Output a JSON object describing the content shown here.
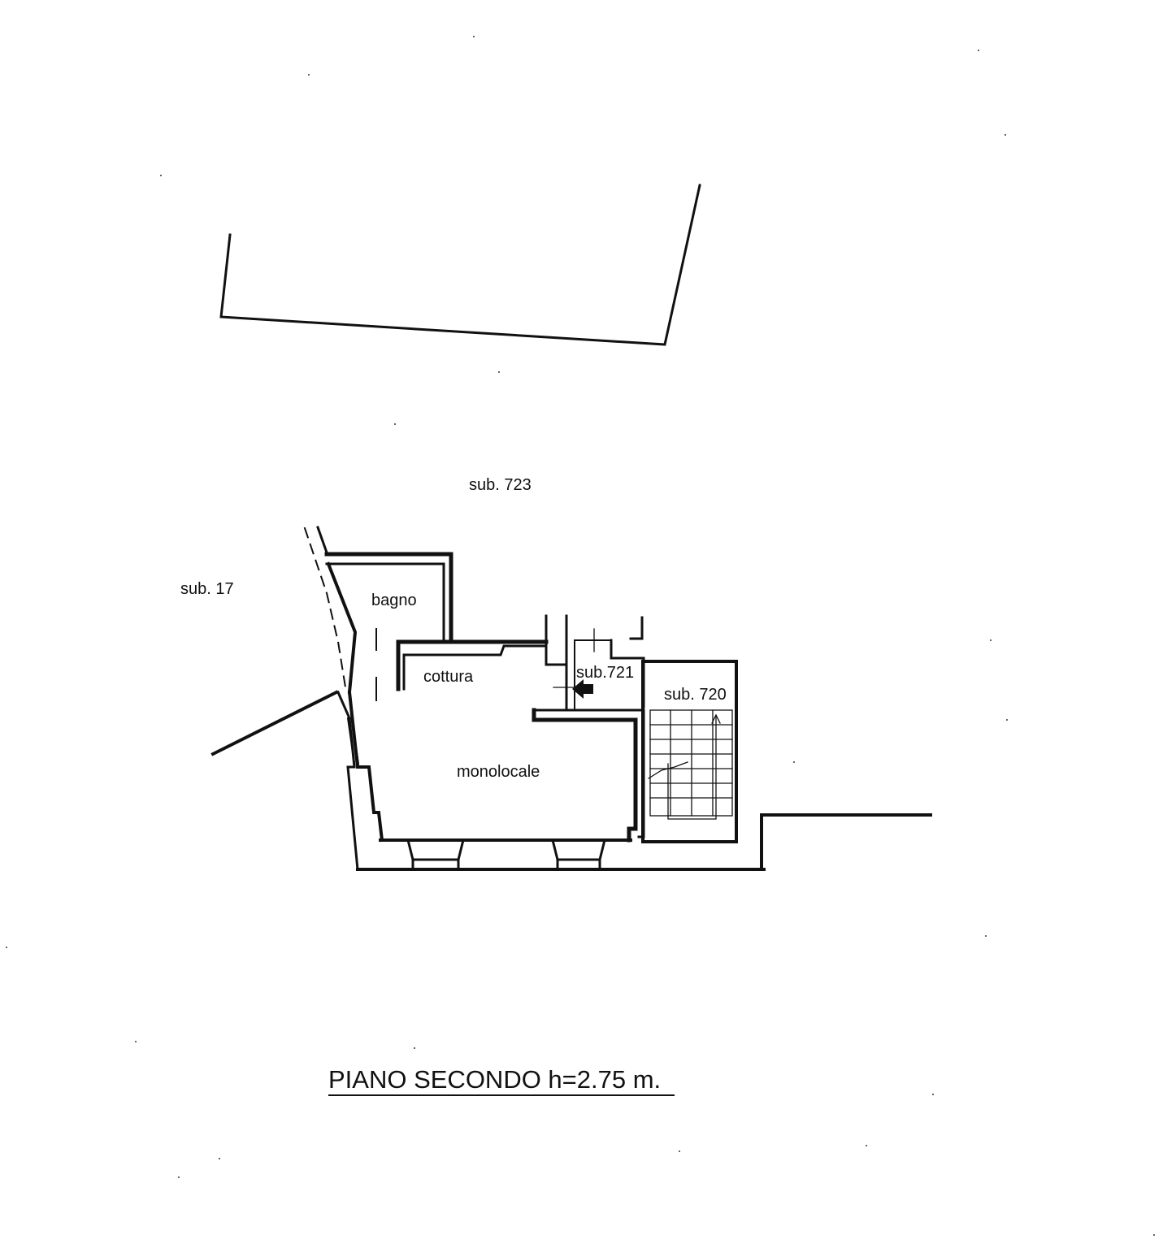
{
  "drawing": {
    "title": "PIANO SECONDO h=2.75 m.",
    "labels": {
      "sub_723": "sub. 723",
      "sub_17": "sub. 17",
      "bagno": "bagno",
      "cottura": "cottura",
      "sub_721": "sub.721",
      "sub_720": "sub. 720",
      "monolocale": "monolocale"
    },
    "line_color": "#111111",
    "background": "#ffffff"
  }
}
